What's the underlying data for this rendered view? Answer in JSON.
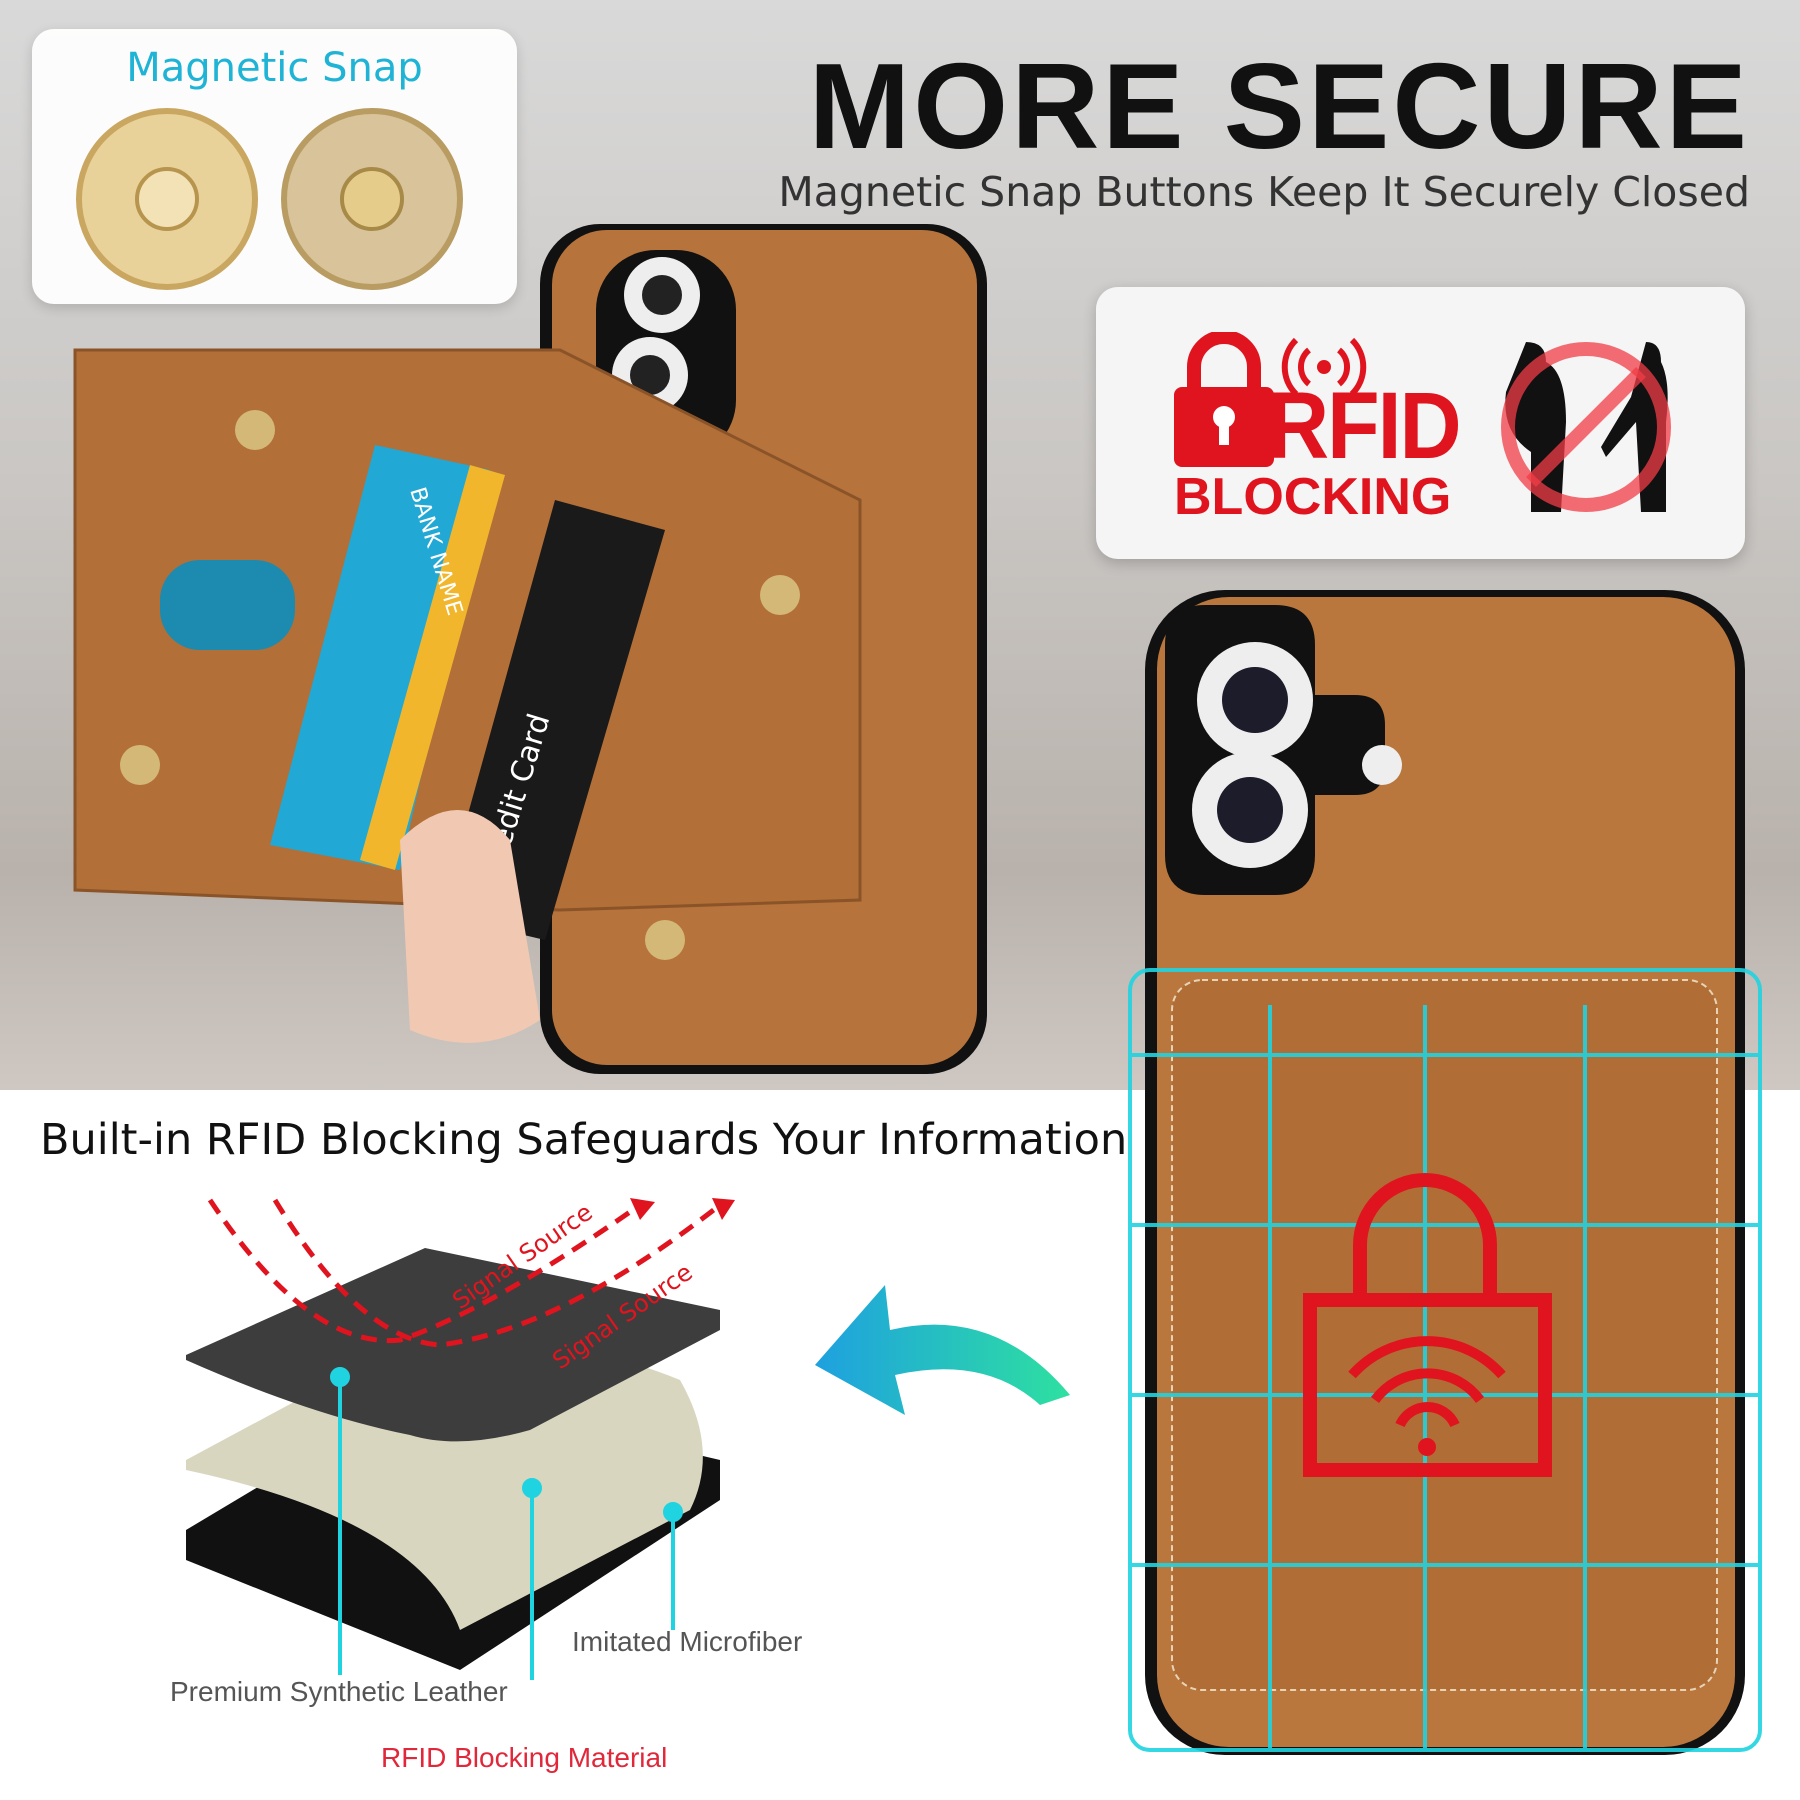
{
  "magnetic_snap": {
    "title": "Magnetic Snap"
  },
  "header": {
    "title": "MORE SECURE",
    "subtitle": "Magnetic Snap Buttons Keep It Securely Closed"
  },
  "rfid_badge": {
    "line1": "RFID",
    "line2": "BLOCKING",
    "icon": "lock-signal-icon",
    "secondary_icon": "no-skimming-icon"
  },
  "product_cards": {
    "bank_card": "BANK NAME",
    "credit_card": "Credit Card"
  },
  "layers": {
    "heading": "Built-in RFID Blocking Safeguards Your Information",
    "signal_label_1": "Signal Source",
    "signal_label_2": "Signal Source",
    "label_microfiber": "Imitated Microfiber",
    "label_leather": "Premium Synthetic Leather",
    "label_rfid": "RFID Blocking Material"
  },
  "colors": {
    "accent_red": "#e0141e",
    "accent_cyan": "#1fd3e0",
    "leather": "#b8743a"
  }
}
